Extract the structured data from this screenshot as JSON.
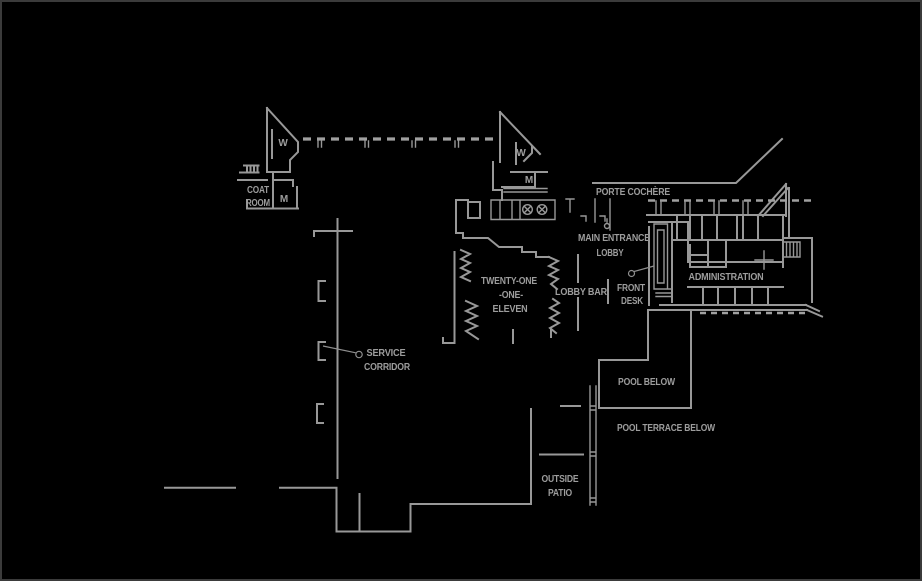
{
  "canvas": {
    "background": "#000000",
    "border_color": "#3b3b3b",
    "wall_color": "#989898",
    "text_color": "#9d9d9d"
  },
  "labels": {
    "women_left": "W",
    "men_left": "M",
    "coat_line1": "COAT",
    "coat_line2": "ROOM",
    "women_right": "W",
    "men_right": "M",
    "porte_cochere": "PORTE COCHÈRE",
    "main_entrance": "MAIN ENTRANCE",
    "lobby": "LOBBY",
    "restaurant_line1": "TWENTY-ONE",
    "restaurant_line2": "-ONE-",
    "restaurant_line3": "ELEVEN",
    "lobby_bar": "LOBBY BAR",
    "front_desk_line1": "FRONT",
    "front_desk_line2": "DESK",
    "administration": "ADMINISTRATION",
    "service_corridor_line1": "SERVICE",
    "service_corridor_line2": "CORRIDOR",
    "pool_below": "POOL BELOW",
    "pool_terrace_below": "POOL TERRACE BELOW",
    "outside_patio_line1": "OUTSIDE",
    "outside_patio_line2": "PATIO"
  }
}
